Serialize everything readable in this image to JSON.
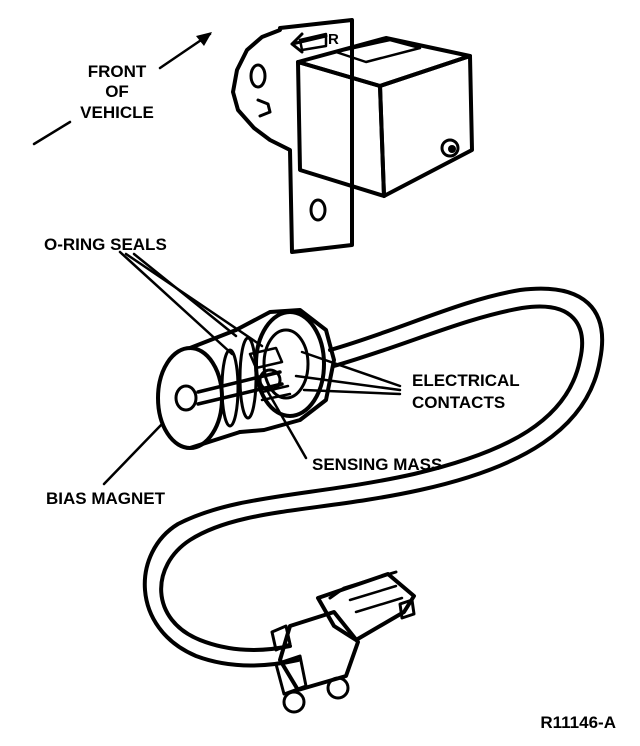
{
  "labels": {
    "front_line1": "FRONT",
    "front_line2": "OF",
    "front_line3": "VEHICLE",
    "relay_marking": "R",
    "o_ring_seals": "O-RING SEALS",
    "electrical_line1": "ELECTRICAL",
    "electrical_line2": "CONTACTS",
    "sensing_mass": "SENSING MASS",
    "bias_magnet": "BIAS MAGNET",
    "figure_id": "R11146-A"
  },
  "colors": {
    "ink": "#000000",
    "paper": "#ffffff"
  }
}
